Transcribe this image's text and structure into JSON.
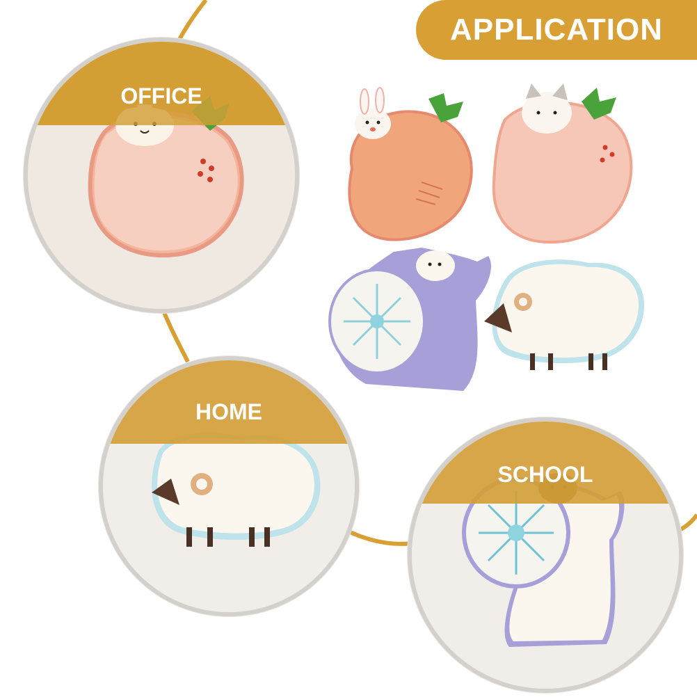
{
  "banner": {
    "title": "APPLICATION"
  },
  "scenes": {
    "office": {
      "label": "OFFICE"
    },
    "home": {
      "label": "HOME"
    },
    "school": {
      "label": "SCHOOL"
    }
  },
  "colors": {
    "accent": "#d8a034",
    "circle_border": "#d4d1cd",
    "background": "#ffffff"
  },
  "products": [
    "rabbit-carrot-note",
    "cat-strawberry-note",
    "polar-bear-note",
    "sheep-note"
  ]
}
